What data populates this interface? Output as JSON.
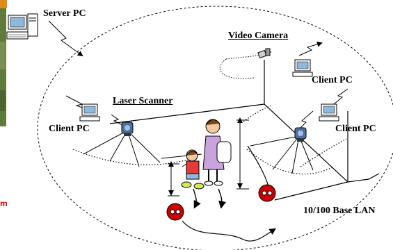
{
  "labels": {
    "server_pc": "Server PC",
    "video_camera": "Video Camera",
    "laser_scanner": "Laser Scanner",
    "client_pc_top_right": "Client PC",
    "client_pc_left": "Client PC",
    "client_pc_right": "Client PC",
    "network": "10/100 Base LAN",
    "edge_fragment": "m"
  },
  "colors": {
    "line": "#000000",
    "robot_red": "#cc0000",
    "photo_edge": "#5f7a3a",
    "photo_top": "#e08a1a",
    "edge_text": "#e00000"
  },
  "icons": [
    "computer-icon",
    "video-camera-icon",
    "laser-scanner-icon",
    "robot-icon",
    "lightning-icon"
  ]
}
